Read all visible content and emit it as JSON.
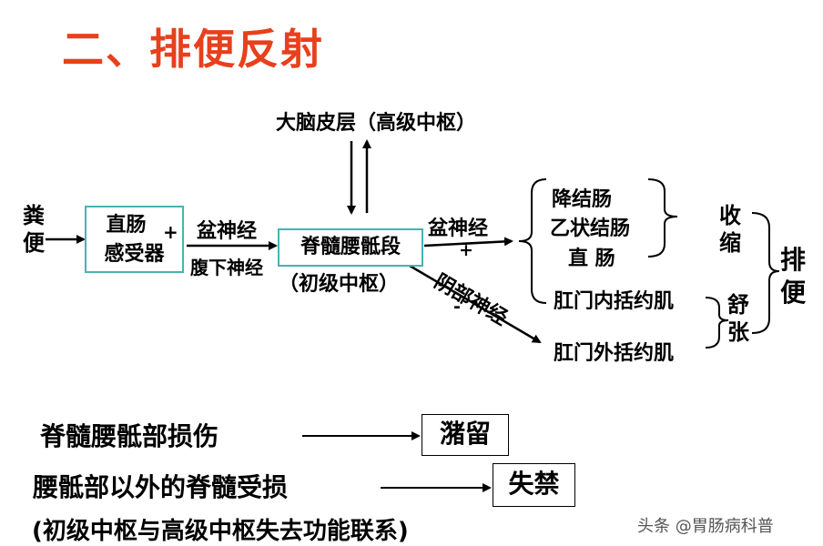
{
  "title": "二、排便反射",
  "cortex_label": "大脑皮层（高级中枢）",
  "feces": [
    "粪",
    "便"
  ],
  "receptor_box": [
    "直肠",
    "感受器"
  ],
  "plus_sign": "+",
  "minus_sign": "-",
  "nerve_top": "盆神经",
  "nerve_bottom": "腹下神经",
  "spinal_box": "脊髓腰骶段",
  "spinal_sub": "（初级中枢）",
  "pelvic_nerve_right": "盆神经",
  "pudendal_nerve": "阴部神经",
  "effectors": [
    "降结肠",
    "乙状结肠",
    "直  肠"
  ],
  "internal_sphincter": "肛门内括约肌",
  "external_sphincter": "肛门外括约肌",
  "contract": [
    "收",
    "缩"
  ],
  "relax": [
    "舒",
    "张"
  ],
  "defecate": [
    "排",
    "便"
  ],
  "lesion1": "脊髓腰骶部损伤",
  "result1": "潴留",
  "lesion2": "腰骶部以外的脊髓受损",
  "result2": "失禁",
  "note": "(初级中枢与高级中枢失去功能联系)",
  "watermark": "头条 @胃肠病科普",
  "colors": {
    "title": "#e8401c",
    "box_border": "#47b3b3",
    "text": "#000000"
  }
}
